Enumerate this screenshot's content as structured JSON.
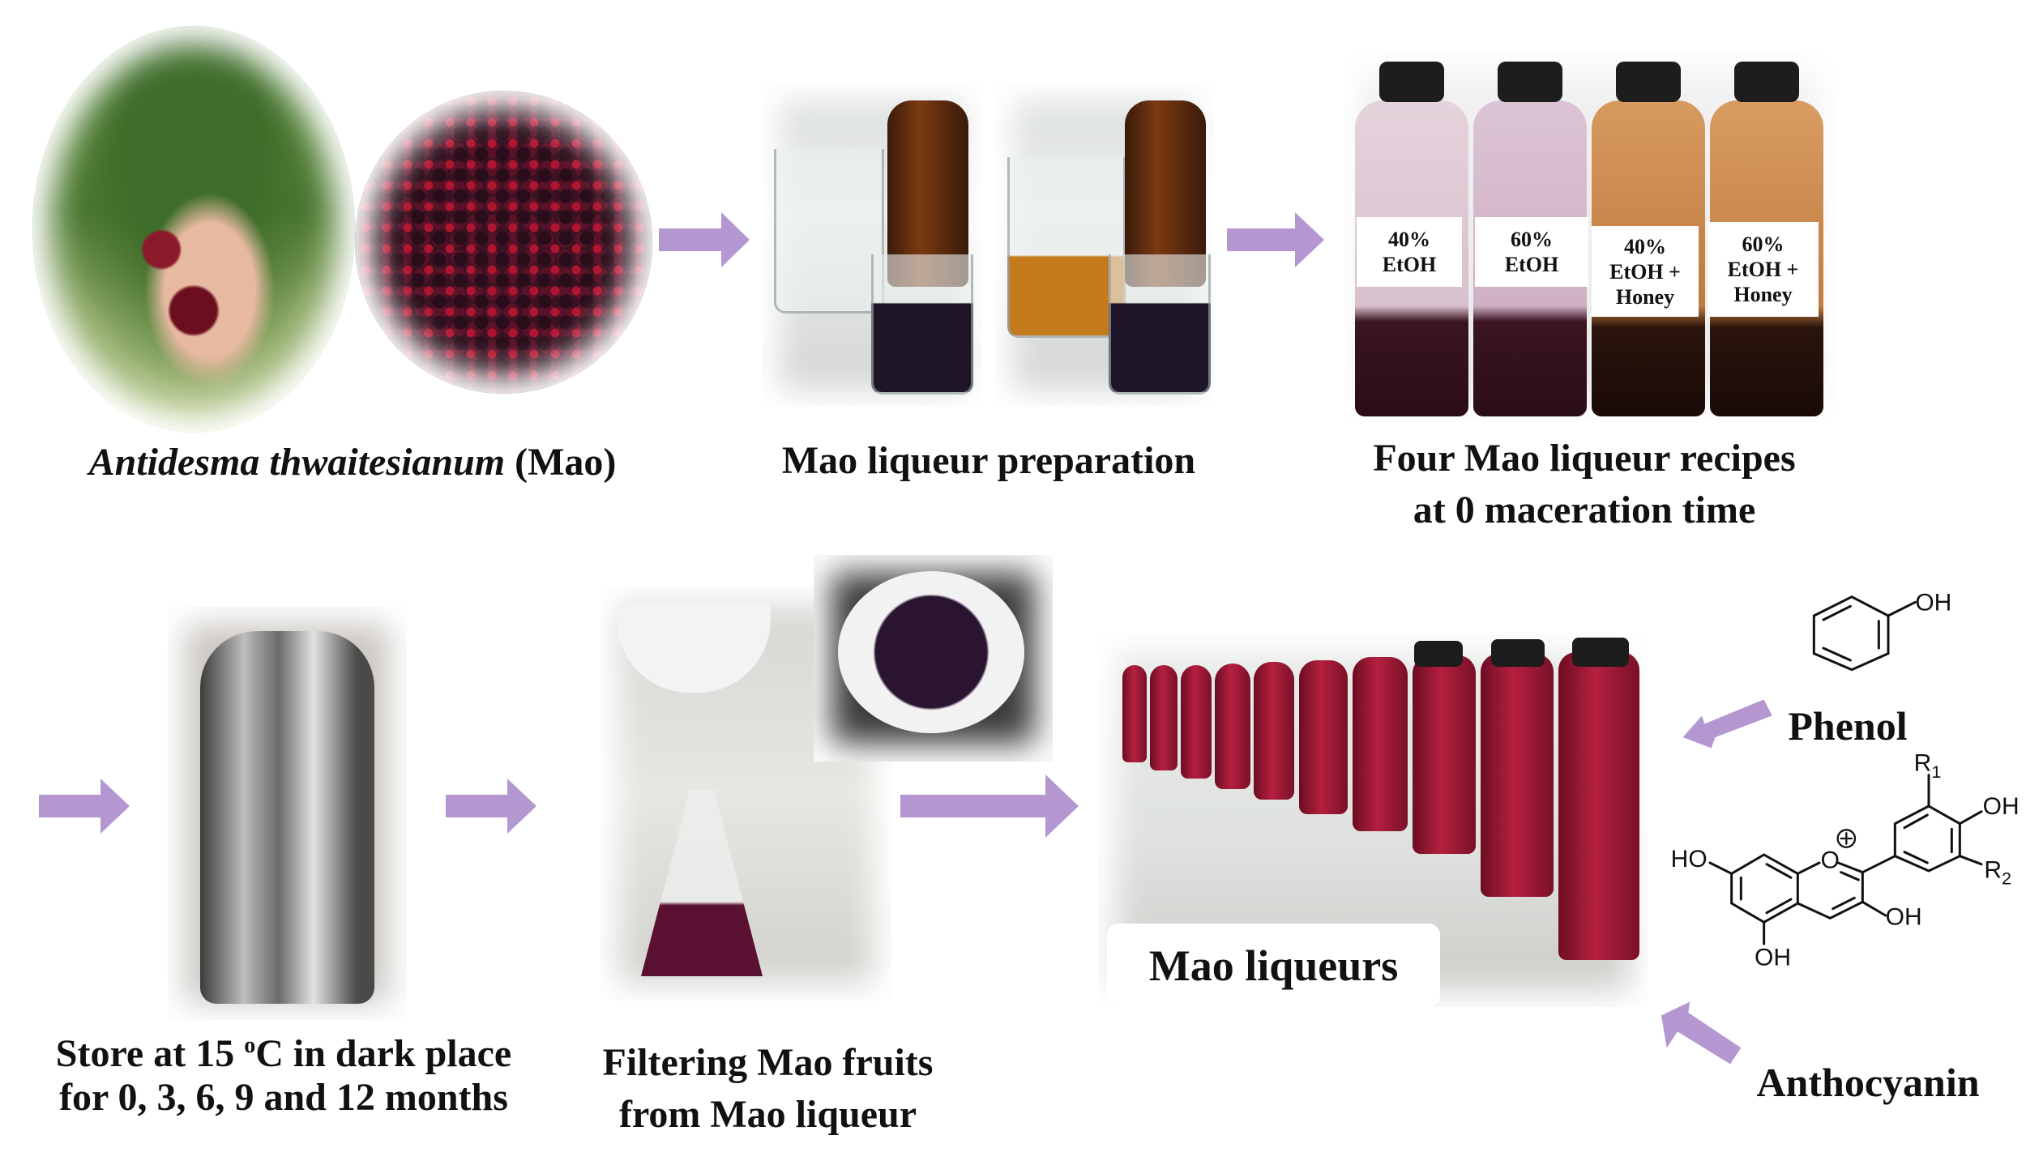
{
  "colors": {
    "arrow": "#b497d0",
    "text": "#111111"
  },
  "fruit": {
    "caption_species": "Antidesma thwaitesianum",
    "caption_common": " (Mao)"
  },
  "preparation": {
    "caption": "Mao liqueur preparation"
  },
  "recipes": {
    "caption_line1": "Four Mao liqueur recipes",
    "caption_line2": "at 0 maceration time",
    "labels": [
      {
        "lines": [
          "40%",
          "EtOH"
        ]
      },
      {
        "lines": [
          "60%",
          "EtOH"
        ]
      },
      {
        "lines": [
          "40%",
          "EtOH +",
          "Honey"
        ]
      },
      {
        "lines": [
          "60%",
          "EtOH +",
          "Honey"
        ]
      }
    ]
  },
  "storage": {
    "line1_a": "Store at 15 ",
    "line1_sup": "o",
    "line1_b": "C in dark place",
    "line2": "for 0, 3, 6, 9 and 12 months"
  },
  "filtering": {
    "line1": "Filtering Mao fruits",
    "line2": "from Mao liqueur"
  },
  "liqueurs": {
    "label": "Mao liqueurs"
  },
  "compounds": {
    "phenol": {
      "name": "Phenol",
      "oh": "OH"
    },
    "anthocyanin": {
      "name": "Anthocyanin",
      "ho": "HO",
      "oh": "OH",
      "o": "O",
      "plus": "+",
      "r": "R",
      "r1_sub": "1",
      "r2_sub": "2"
    }
  }
}
